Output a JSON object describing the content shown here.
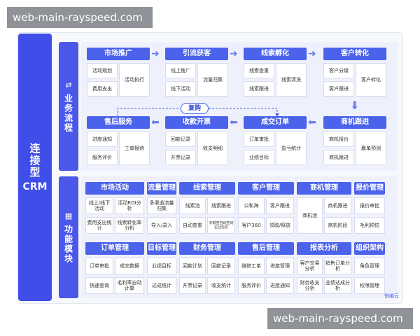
{
  "watermark": "web-main-rayspeed.com",
  "left_title": "连接型",
  "left_sub": "CRM",
  "section1": "业务流程",
  "section2": "功能模块",
  "loop_label": "复购",
  "logo": "悦维云",
  "flow": [
    {
      "title": "市场推广",
      "items": [
        "活动规划",
        "活动执行",
        "费用支出"
      ]
    },
    {
      "title": "引流获客",
      "items": [
        "线上推广",
        "流量归集",
        "线下活动"
      ]
    },
    {
      "title": "线索孵化",
      "items": [
        "线索查重",
        "线索清洗",
        "线索跟进"
      ]
    },
    {
      "title": "客户转化",
      "items": [
        "客户分级",
        "客户转化",
        "客户跟进"
      ]
    },
    {
      "title": "售后服务",
      "items": [
        "进度通知",
        "工单接待",
        "服务评价"
      ]
    },
    {
      "title": "收款开票",
      "items": [
        "回款记录",
        "收支明细",
        "开票记录"
      ]
    },
    {
      "title": "成交订单",
      "items": [
        "订单审批",
        "盈亏统计",
        "业绩目标"
      ]
    },
    {
      "title": "商机跟进",
      "items": [
        "商机报价",
        "赢单预测",
        "商机跟进"
      ]
    }
  ],
  "modules": [
    {
      "title": "市场活动",
      "items": [
        "线上/线下活动",
        "活动ROI分析",
        "费用支出统计",
        "线索转化率分析"
      ]
    },
    {
      "title": "流量管理",
      "items": [
        "多渠道流量归集",
        "导入/录入"
      ]
    },
    {
      "title": "线索管理",
      "items": [
        "线索池",
        "线索跟进",
        "自动查重",
        "天眼查自动查询企业信息"
      ]
    },
    {
      "title": "客户管理",
      "items": [
        "公私海",
        "客户跟进",
        "客户360",
        "领取/释放"
      ]
    },
    {
      "title": "商机管理",
      "items": [
        "商机池",
        "商机跟进",
        "商机阶段"
      ]
    },
    {
      "title": "报价管理",
      "items": [
        "报价审批",
        "毛利预估"
      ]
    },
    {
      "title": "订单管理",
      "items": [
        "订单审批",
        "成交数据",
        "快速查询",
        "毛利率自动计算"
      ]
    },
    {
      "title": "目标管理",
      "items": [
        "业绩目标",
        "达成统计"
      ]
    },
    {
      "title": "财务管理",
      "items": [
        "回款计划",
        "回款记录",
        "开票记录",
        "收支统计"
      ]
    },
    {
      "title": "售后管理",
      "items": [
        "维修工单",
        "进度管理",
        "服务评价",
        "进度通知"
      ]
    },
    {
      "title": "报表分析",
      "items": [
        "客户交易分析",
        "销售订单分析",
        "财务收支分析",
        "业绩达成分析"
      ]
    },
    {
      "title": "组织架构",
      "items": [
        "角色管理",
        "权限管理"
      ]
    }
  ]
}
